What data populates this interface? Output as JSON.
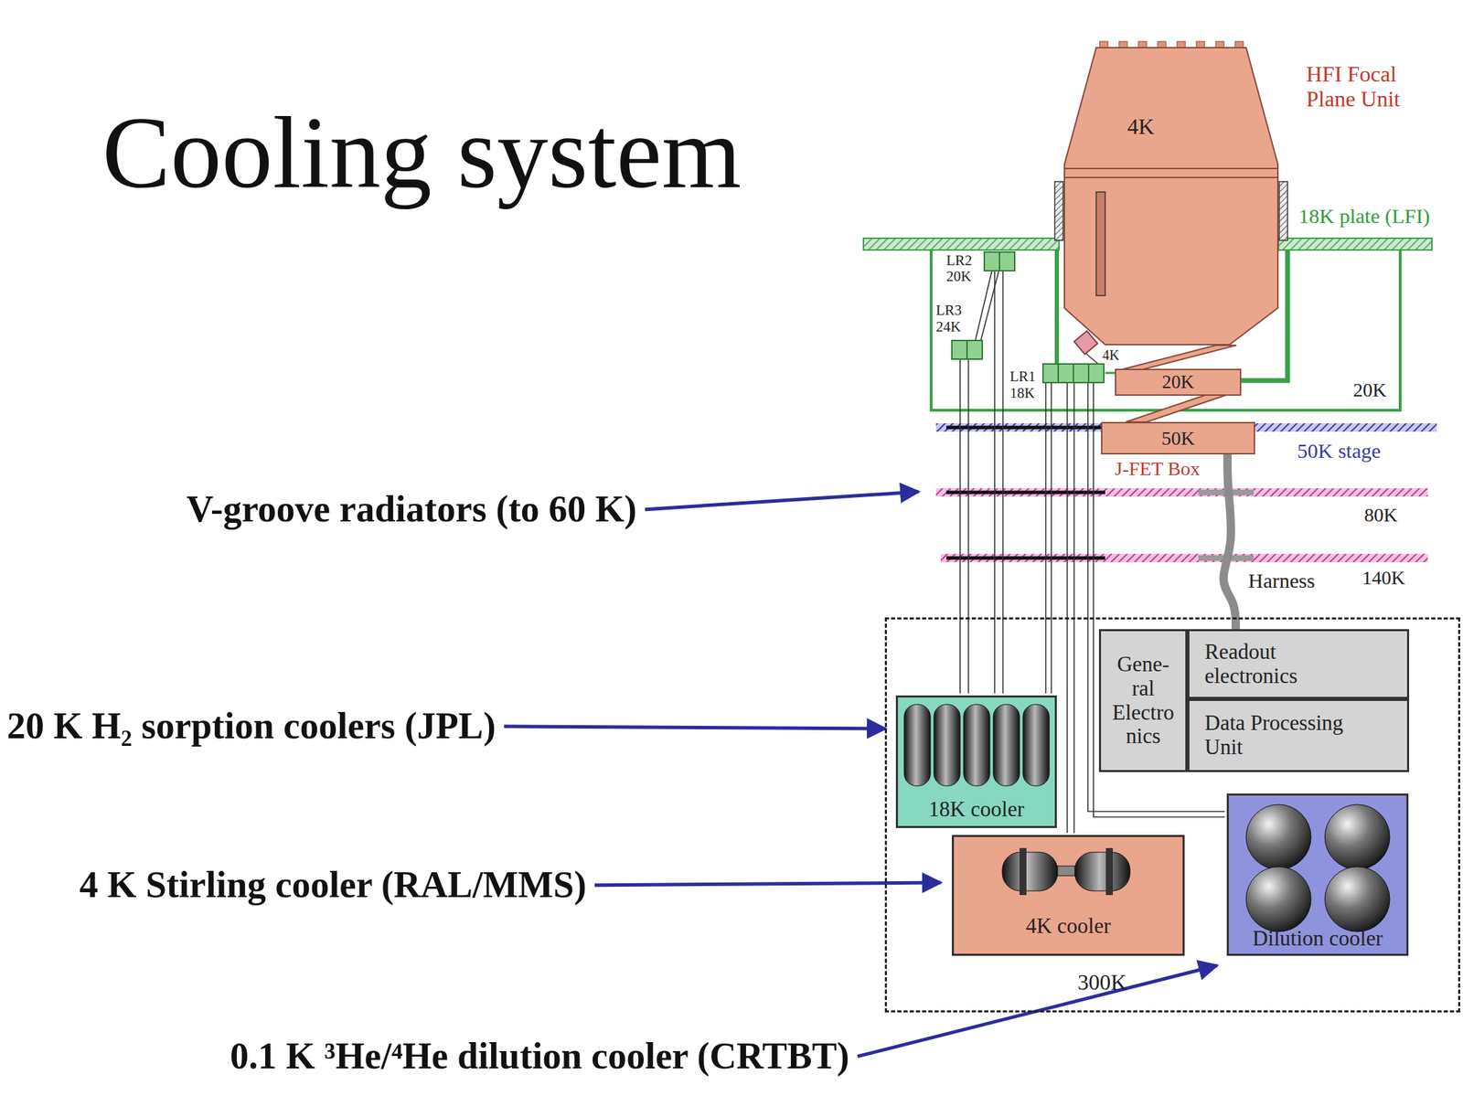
{
  "diagram": {
    "title": "Cooling system",
    "nodes": [
      {
        "text": [
          "4K",
          "HFI Focal Plane Unit"
        ]
      },
      {
        "text": [
          "20K"
        ]
      },
      {
        "text": [
          "50K",
          "J-FET Box"
        ]
      },
      {
        "text": [
          "300K"
        ]
      },
      {
        "text": [
          "Gene- ral Electro nics"
        ],
        "in": 3
      },
      {
        "text": [
          "Readout electronics"
        ],
        "in": 3
      },
      {
        "text": [
          "Data Processing Unit"
        ],
        "in": 3
      },
      {
        "text": [
          "18K cooler"
        ],
        "in": 3
      },
      {
        "text": [
          "4K cooler"
        ],
        "in": 3
      },
      {
        "text": [
          "Dilution cooler"
        ],
        "in": 3
      }
    ],
    "edges": [
      {
        "from": 2,
        "to": 5,
        "arrow": "none",
        "label": "Harness"
      }
    ],
    "labels": [
      "V-groove radiators (to 60 K)",
      "20 K H₂ sorption coolers (JPL)",
      "4 K Stirling cooler (RAL/MMS)",
      "0.1 K ³He/⁴He dilution cooler (CRTBT)",
      "18K plate (LFI)",
      "LR2",
      "20K",
      "LR3",
      "24K",
      "LR1",
      "18K",
      "4K",
      "20K",
      "50K stage",
      "80K",
      "140K"
    ]
  }
}
